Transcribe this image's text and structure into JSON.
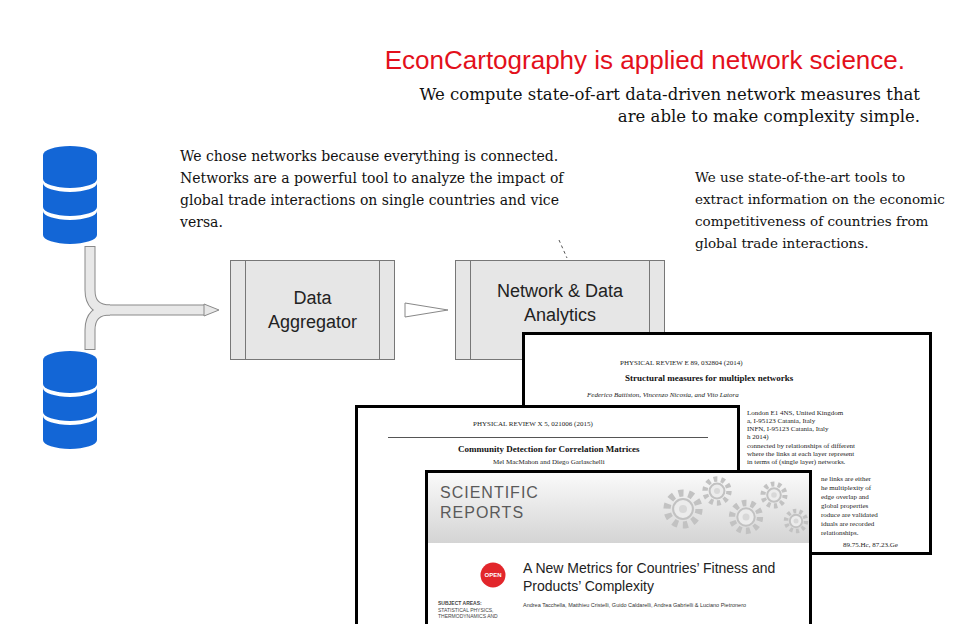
{
  "diagram": {
    "title": "EconCartography is applied network science.",
    "nodes": [
      {
        "text": [
          "Data Aggregator"
        ]
      },
      {
        "text": [
          "Network & Data Analytics"
        ]
      },
      {
        "text": [
          "PHYSICAL REVIEW E 89, 032804 (2014)",
          "Structural measures for multiplex networks",
          "Federico Battiston, Vincenzo Nicosia, and Vito Latora",
          "London E1 4NS, United Kingdom",
          "a, I-95123 Catania, Italy",
          "INFN, I-95123 Catania, Italy",
          "h 2014)",
          "connected by relationships of different",
          "where the links at each layer represent",
          "in terms of (single layer) networks.",
          "ne links are either",
          "he multiplexity of",
          "edge overlap and",
          "global properties",
          "roduce are validated",
          "iduals are recorded",
          "relationships.",
          "89.75.Hc, 87.23.Ge"
        ]
      },
      {
        "text": [
          "PHYSICAL REVIEW X 5, 021006 (2015)",
          "Community Detection for Correlation Matrices",
          "Mel MacMahon and Diego Garlaschelli"
        ]
      },
      {
        "text": [
          "SCIENTIFIC REPORTS",
          "A New Metrics for Countries’ Fitness and Products’ Complexity",
          "Andrea Tacchella, Matthieu Cristelli, Guido Caldarelli, Andrea Gabrielli & Luciano Pietronero",
          "SUBJECT AREAS:",
          "STATISTICAL PHYSICS, THERMODYNAMICS AND"
        ]
      },
      {
        "text": [
          "OPEN"
        ],
        "in": 4
      }
    ],
    "edges": [
      {
        "from": 0,
        "to": 1,
        "arrow": "to"
      }
    ],
    "labels": [
      "We compute state-of-art data-driven network measures that are able to make complexity simple.",
      "We chose networks because everything is connected. Networks are a powerful tool to analyze the impact of global trade interactions on single countries and vice versa.",
      "We use state-of-the-art tools to extract information on the economic competitiveness of countries from global trade interactions."
    ]
  }
}
